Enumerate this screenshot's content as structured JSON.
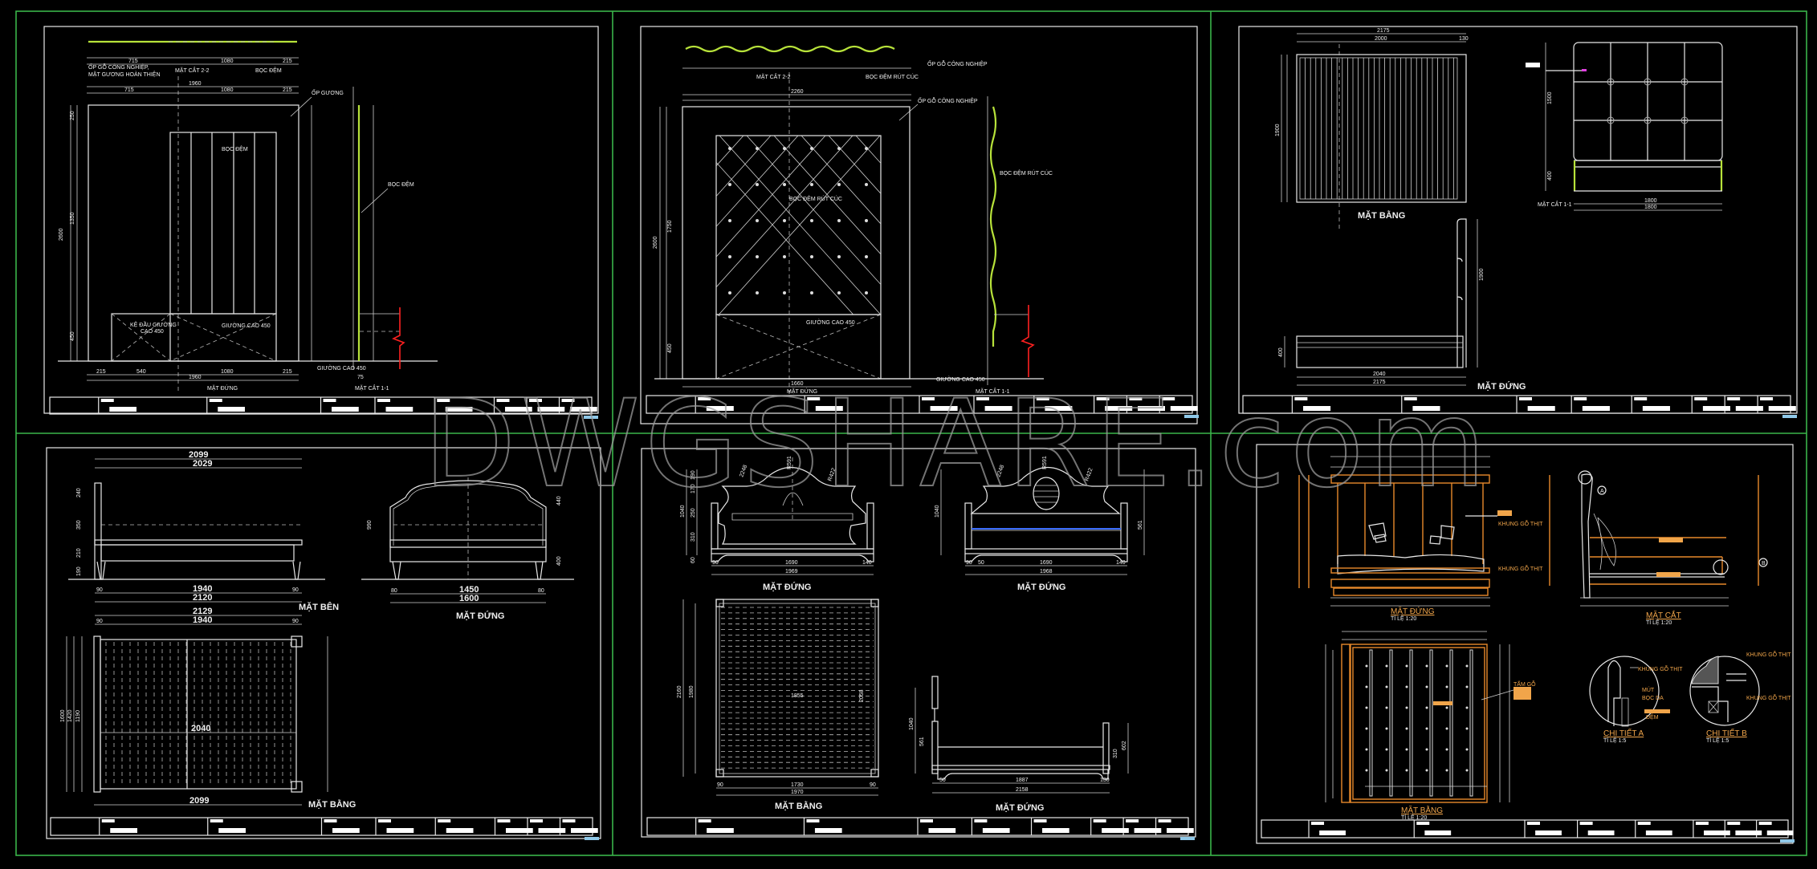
{
  "watermark": {
    "text": "DWGSHARE.com"
  },
  "colors": {
    "sheet_border": "#3ab54a",
    "lines": "#e8e8e8",
    "highlight": "#b7e23a",
    "break_line": "#ff2020",
    "detail_lines": "#e8892b"
  },
  "sheet1": {
    "notes": {
      "op_go": "ỐP GỖ CÔNG NGHIỆP,",
      "mat_guong": "MẶT GƯƠNG HOÀN THIỆN",
      "boc_dem_top": "BỌC ĐỆM",
      "op_guong": "ỐP GƯƠNG",
      "boc_dem_mid": "BỌC ĐỆM",
      "boc_dem_side": "BỌC ĐỆM",
      "ke_dau": "KỆ ĐẦU GIƯỜNG",
      "ke_dau_cao": "CAO 450",
      "giuong_cao": "GIƯỜNG CAO 450",
      "giuong_cao_side": "GIƯỜNG CAO 450"
    },
    "views": {
      "section22": "MẶT CẮT 2-2",
      "elevation": "MẶT ĐỨNG",
      "section11": "MẶT CẮT 1-1"
    },
    "dims": {
      "top1": "715",
      "top2": "1080",
      "top3": "215",
      "total": "1960",
      "mid1": "715",
      "mid2": "1080",
      "mid3": "215",
      "h_total": "2600",
      "h_mid": "1350",
      "h_top": "250",
      "h_bot": "450",
      "b1": "215",
      "b2": "540",
      "b3": "1080",
      "b4": "215",
      "btot": "1960",
      "sec_w": "75"
    }
  },
  "sheet2": {
    "notes": {
      "op_go_top": "ỐP GỖ CÔNG NGHIỆP",
      "boc_dem_top": "BỌC ĐỆM RÚT CÚC",
      "op_go_right": "ỐP GỖ CÔNG NGHIỆP",
      "boc_dem_center": "BỌC ĐỆM RÚT CÚC",
      "boc_dem_side": "BỌC ĐỆM RÚT CÚC",
      "giuong": "GIƯỜNG CAO 450",
      "giuong_side": "GIƯỜNG CAO 450"
    },
    "views": {
      "section22": "MẶT CẮT 2-2",
      "elevation": "MẶT ĐỨNG",
      "section11": "MẶT CẮT 1-1"
    },
    "dims": {
      "total": "2260",
      "inner": "1660",
      "h_total": "2600",
      "h_mid": "1750",
      "h_bot": "450"
    }
  },
  "sheet3": {
    "views": {
      "plan": "MẶT BẰNG",
      "section11": "MẶT CẮT 1-1",
      "elevation": "MẶT ĐỨNG"
    },
    "dims": {
      "plan_total": "2175",
      "plan_inner": "2000",
      "plan_side": "130",
      "plan_h": "1900",
      "head_h": "1500",
      "base_h": "400",
      "head_w": "1800",
      "head_w_inner": "1800",
      "side_total": "2175",
      "side_inner": "2040",
      "side_h": "1900",
      "side_base": "400"
    }
  },
  "sheet4": {
    "views": {
      "side": "MẶT BÊN",
      "front": "MẶT ĐỨNG",
      "plan": "MẶT BẰNG"
    },
    "dims": {
      "side_total": "2099",
      "side_inner": "2029",
      "side_h1": "240",
      "side_h2": "350",
      "side_h3": "210",
      "side_h4": "190",
      "side_b1": "90",
      "side_b2": "1940",
      "side_b3": "90",
      "side_btot": "2120",
      "front_w1": "80",
      "front_w2": "1450",
      "front_w3": "80",
      "front_wtot": "1600",
      "front_h": "990",
      "front_h1": "440",
      "front_h2": "400",
      "plan_top": "2129",
      "plan_inner": "1940",
      "plan_l": "90",
      "plan_r": "90",
      "plan_h1": "1600",
      "plan_h2": "1420",
      "plan_h3": "1190",
      "plan_center": "2040",
      "plan_bot": "2099"
    }
  },
  "sheet5": {
    "views": {
      "front1": "MẶT ĐỨNG",
      "front2": "MẶT ĐỨNG",
      "plan": "MẶT BẰNG",
      "side": "MẶT ĐỨNG"
    },
    "dims": {
      "f1_r1": "2248",
      "f1_r2": "R591",
      "f1_r3": "R422",
      "f1_inner": "1690",
      "f1_total": "1969",
      "f1_l": "90",
      "f1_r": "140",
      "f1_h": "1040",
      "f1_h1": "190",
      "f1_h2": "170",
      "f1_h3": "250",
      "f1_h4": "310",
      "f1_h5": "60",
      "f2_r1": "2248",
      "f2_r2": "R591",
      "f2_r3": "R422",
      "f2_inner": "1690",
      "f2_total": "1968",
      "f2_l": "90",
      "f2_l2": "50",
      "f2_r": "140",
      "f2_h": "1040",
      "f2_h1": "561",
      "p_total_h": "2160",
      "p_inner_h": "1980",
      "p_center": "1855",
      "p_right": "2058",
      "p_inner_w": "1730",
      "p_total_w": "1970",
      "p_l": "90",
      "p_r": "90",
      "s_total": "2158",
      "s_inner": "1887",
      "s_l": "50",
      "s_r": "130",
      "s_h": "1040",
      "s_h1": "561",
      "s_h2": "602",
      "s_h3": "310"
    }
  },
  "sheet6": {
    "views": {
      "elevation": "MẶT ĐỨNG",
      "section": "MẶT CẮT",
      "plan": "MẶT BẰNG",
      "detail_a": "CHI TIẾT A",
      "detail_b": "CHI TIẾT B"
    },
    "scales": {
      "elevation": "TỈ LỆ 1:20",
      "section": "TỈ LỆ 1:20",
      "plan": "TỈ LỆ 1:20",
      "detail_a": "TỈ LỆ 1:5",
      "detail_b": "TỈ LỆ 1:5"
    },
    "notes": {
      "khung1": "KHUNG GỖ THỊT",
      "khung2": "KHUNG GỖ THỊT",
      "khung_a": "KHUNG GỖ THỊT",
      "khung_b1": "KHUNG GỖ THỊT",
      "khung_b2": "KHUNG GỖ THỊT",
      "mut": "MÚT",
      "boc_da": "BỌC DA",
      "dem": "ĐỆM",
      "tam": "TẤM GỖ"
    },
    "markers": {
      "a": "A",
      "b": "B"
    }
  }
}
